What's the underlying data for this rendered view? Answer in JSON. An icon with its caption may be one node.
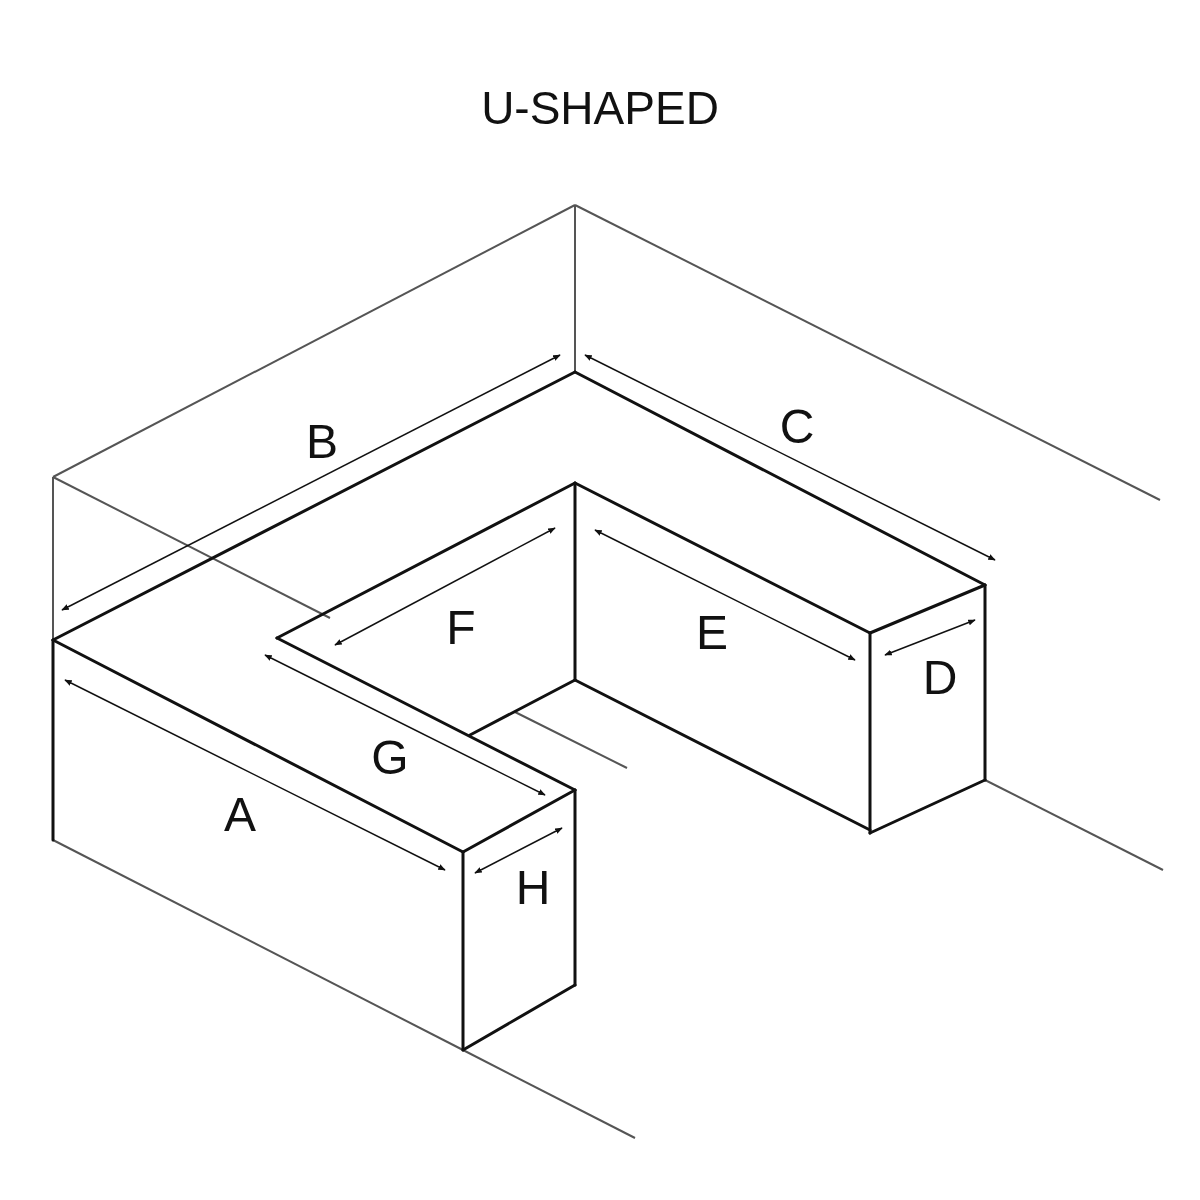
{
  "diagram": {
    "title": "U-SHAPED",
    "labels": [
      "B",
      "C",
      "F",
      "E",
      "D",
      "G",
      "A",
      "H"
    ]
  }
}
